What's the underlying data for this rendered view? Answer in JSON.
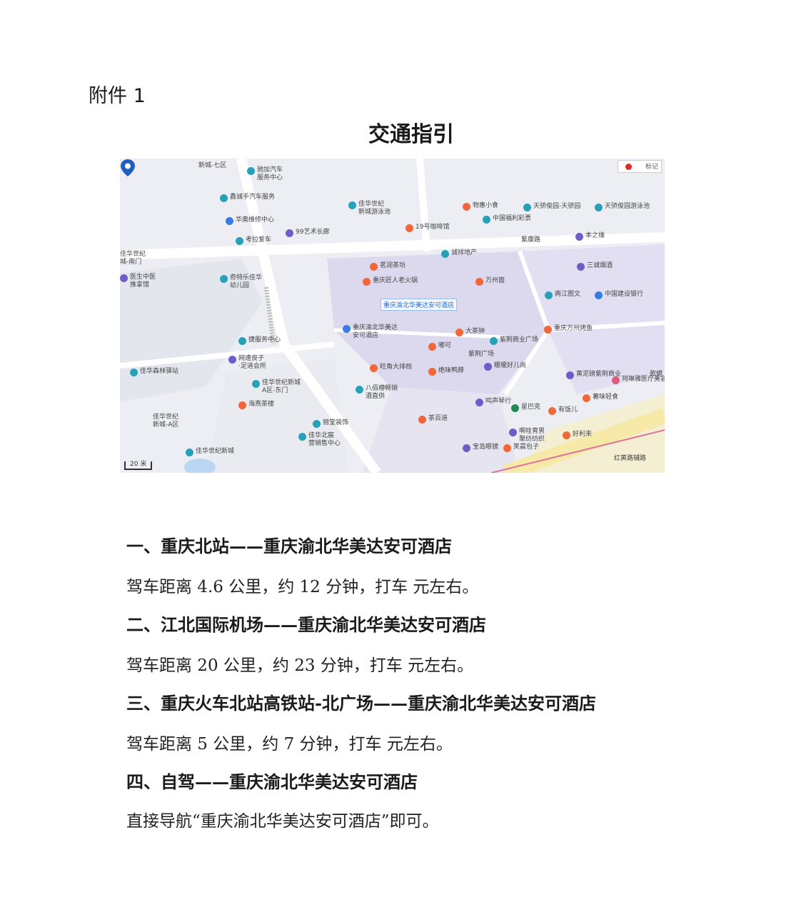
{
  "header": {
    "attachment": "附件 1",
    "title": "交通指引"
  },
  "map": {
    "mark_button": "标记",
    "scale": "20 米",
    "hotel_tag": "重庆渝北华美达安可酒店",
    "labels": [
      {
        "text": "新城-七区",
        "pin": "none"
      },
      {
        "text": "驰加汽车\n服务中心",
        "pin": "teal"
      },
      {
        "text": "鑫诚手汽车服务",
        "pin": "teal"
      },
      {
        "text": "华奥维修中心",
        "pin": "blue"
      },
      {
        "text": "考拉爱车",
        "pin": "teal"
      },
      {
        "text": "99艺术长廊",
        "pin": "purple"
      },
      {
        "text": "佳华世纪\n新城游泳池",
        "pin": "teal"
      },
      {
        "text": "19号咖啡馆",
        "pin": "orange"
      },
      {
        "text": "物惠小食",
        "pin": "orange"
      },
      {
        "text": "中国福利彩票",
        "pin": "teal"
      },
      {
        "text": "天骄俊园-天骄园",
        "pin": "teal"
      },
      {
        "text": "天骄俊园游泳池",
        "pin": "teal"
      },
      {
        "text": "紫康路",
        "pin": "none"
      },
      {
        "text": "本之缘",
        "pin": "purple"
      },
      {
        "text": "佳华世纪\n城-南门",
        "pin": "none"
      },
      {
        "text": "医生中医\n推拿馆",
        "pin": "purple"
      },
      {
        "text": "奇特乐佳华\n幼儿园",
        "pin": "teal"
      },
      {
        "text": "诚祥地产",
        "pin": "teal"
      },
      {
        "text": "茗润茶坊",
        "pin": "orange"
      },
      {
        "text": "三诚烟酒",
        "pin": "purple"
      },
      {
        "text": "重庆匠人老火锅",
        "pin": "orange"
      },
      {
        "text": "万州面",
        "pin": "orange"
      },
      {
        "text": "两江图文",
        "pin": "teal"
      },
      {
        "text": "中国建设银行",
        "pin": "blue"
      },
      {
        "text": "重庆渝北华美达\n安可酒店",
        "pin": "blue"
      },
      {
        "text": "大茶钟",
        "pin": "orange"
      },
      {
        "text": "重庆万州烤鱼",
        "pin": "orange"
      },
      {
        "text": "捷服务中心",
        "pin": "teal"
      },
      {
        "text": "嘟可",
        "pin": "orange"
      },
      {
        "text": "紫荆商业广场",
        "pin": "teal"
      },
      {
        "text": "紫荆广场",
        "pin": "none"
      },
      {
        "text": "网速良子\n·足道会所",
        "pin": "purple"
      },
      {
        "text": "佳华森林驿站",
        "pin": "teal"
      },
      {
        "text": "旺角大排档",
        "pin": "orange"
      },
      {
        "text": "绝味鸭脖",
        "pin": "orange"
      },
      {
        "text": "暖暖好儿尚",
        "pin": "purple"
      },
      {
        "text": "黄泥磅紫荆商业",
        "pin": "purple"
      },
      {
        "text": "珂琳雅医疗美容",
        "pin": "pink"
      },
      {
        "text": "歌媚",
        "pin": "none"
      },
      {
        "text": "佳华世纪新城\nA区-东门",
        "pin": "teal"
      },
      {
        "text": "八佰樽畅销\n酒直供",
        "pin": "teal"
      },
      {
        "text": "薯味轻食",
        "pin": "orange"
      },
      {
        "text": "海燕茶楼",
        "pin": "orange"
      },
      {
        "text": "鸣声琴行",
        "pin": "purple"
      },
      {
        "text": "星巴克",
        "pin": "green"
      },
      {
        "text": "有饭儿",
        "pin": "orange"
      },
      {
        "text": "佳华世纪\n新城-A区",
        "pin": "none"
      },
      {
        "text": "丽堂装饰",
        "pin": "teal"
      },
      {
        "text": "茶百道",
        "pin": "orange"
      },
      {
        "text": "佳华北宸\n营销售中心",
        "pin": "teal"
      },
      {
        "text": "啊哇育男\n聚纺纺织",
        "pin": "purple"
      },
      {
        "text": "好利来",
        "pin": "orange"
      },
      {
        "text": "佳华世纪新城",
        "pin": "teal"
      },
      {
        "text": "宝岛眼镜",
        "pin": "purple"
      },
      {
        "text": "笑晨包子",
        "pin": "orange"
      },
      {
        "text": "红黄路辅路",
        "pin": "none"
      }
    ]
  },
  "sections": [
    {
      "heading": "一、重庆北站——重庆渝北华美达安可酒店",
      "body": "驾车距离 4.6 公里，约 12 分钟，打车  元左右。"
    },
    {
      "heading": "二、江北国际机场——重庆渝北华美达安可酒店",
      "body": "驾车距离 20 公里，约 23 分钟，打车  元左右。"
    },
    {
      "heading": "三、重庆火车北站高铁站-北广场——重庆渝北华美达安可酒店",
      "body": "驾车距离 5 公里，约 7 分钟，打车  元左右。"
    },
    {
      "heading": "四、自驾——重庆渝北华美达安可酒店",
      "body": "直接导航“重庆渝北华美达安可酒店”即可。"
    }
  ],
  "colors": {
    "teal": "#27a0b8",
    "orange": "#f0673a",
    "purple": "#6b5fc7",
    "blue": "#3a7be0",
    "pink": "#e05a7e",
    "green": "#1f8a55",
    "block": "#dcd8ee",
    "road": "#ffffff"
  }
}
